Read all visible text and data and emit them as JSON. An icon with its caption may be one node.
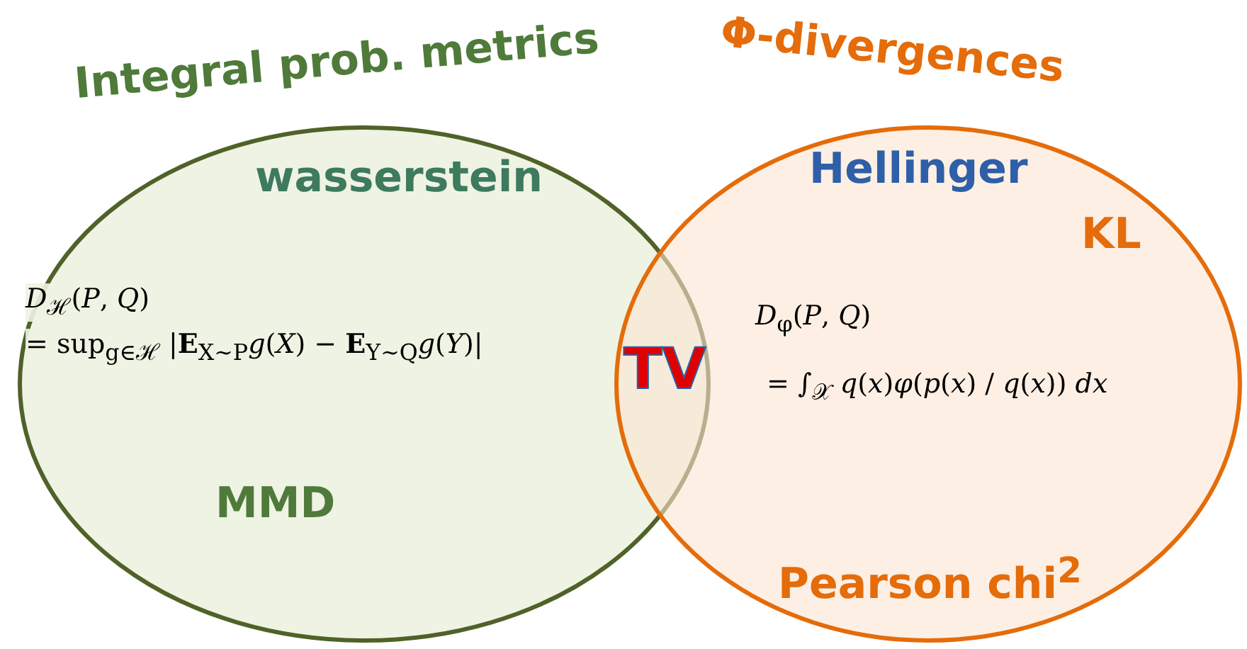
{
  "diagram": {
    "nodes": [
      {
        "text": [
          "Integral prob. metrics",
          "wasserstein",
          "*D*$_{ℋ}$(*P*, *Q*)",
          "= sup$_{g∈ℋ}$ |**E**$_{X∼P}$*g*(*X*) − **E**$_{Y∼Q}$*g*(*Y*)|",
          "MMD"
        ]
      },
      {
        "text": [
          "Φ-divergences",
          "Hellinger",
          "KL",
          "*D*$_{φ}$(*P*, *Q*)",
          "= ∫$_{𝒳}$ *q*(*x*)*φ*(*p*(*x*) / *q*(*x*)) *dx*",
          "Pearson chi$^{2}$"
        ]
      }
    ],
    "labels": [
      "TV"
    ]
  }
}
